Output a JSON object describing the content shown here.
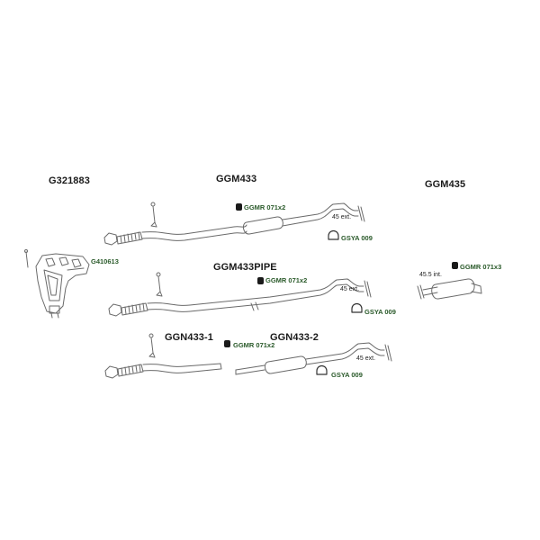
{
  "parts": {
    "g321883": "G321883",
    "ggm433": "GGM433",
    "ggm435": "GGM435",
    "ggm433pipe": "GGM433PIPE",
    "ggn433_1": "GGN433-1",
    "ggn433_2": "GGN433-2"
  },
  "accessories": {
    "g410613": "G410613",
    "ggmr_a": "GGMR 071x2",
    "gsya_a": "GSYA 009",
    "ggmr_b": "GGMR 071x3",
    "ggmr_c": "GGMR 071x2",
    "gsya_b": "GSYA 009",
    "ggmr_d": "GGMR 071x2",
    "gsya_c": "GSYA 009"
  },
  "dimensions": {
    "d1": "45 ext.",
    "d2": "45.5 int.",
    "d3": "45 ext.",
    "d4": "45 ext."
  },
  "colors": {
    "line": "#6a6a6a",
    "accessory_text": "#2a5a2a"
  }
}
